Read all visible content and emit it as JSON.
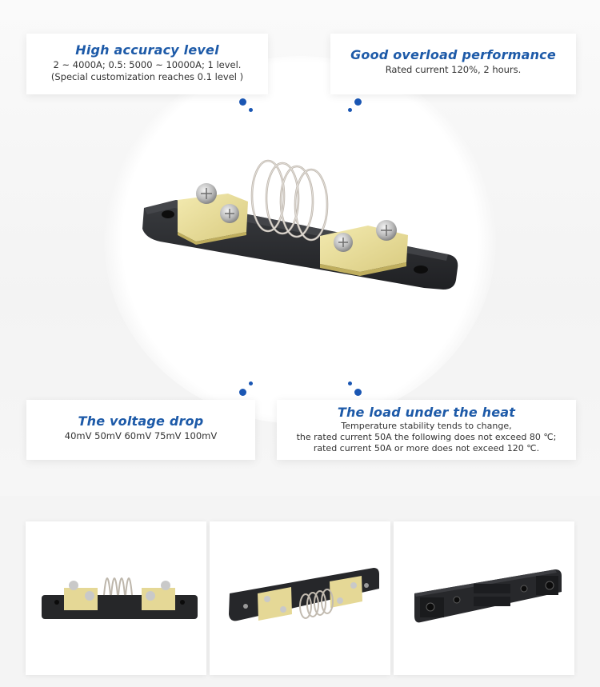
{
  "features": [
    {
      "title": "High accuracy level",
      "lines": [
        "2 ~ 4000A; 0.5: 5000 ~ 10000A; 1 level.",
        "(Special customization reaches 0.1 level )"
      ]
    },
    {
      "title": "Good overload performance",
      "lines": [
        "Rated current 120%, 2 hours."
      ]
    },
    {
      "title": "The voltage drop",
      "lines": [
        "40mV 50mV 60mV 75mV 100mV"
      ]
    },
    {
      "title": "The load under the heat",
      "lines": [
        "Temperature stability tends to change,",
        "the rated current 50A the following does not exceed 80 ℃;",
        "rated current 50A or more does not exceed 120 ℃."
      ]
    }
  ],
  "hero_image": {
    "label": "shunt-resistor-product-photo"
  },
  "thumbnails": [
    {
      "label": "shunt-front-view"
    },
    {
      "label": "shunt-angled-top-view"
    },
    {
      "label": "shunt-base-bottom-view"
    }
  ],
  "colors": {
    "accent_blue": "#1d5aa8",
    "dot_blue": "#1a56b3",
    "brass": "#e8dc9a",
    "base_black": "#2b2d30"
  }
}
